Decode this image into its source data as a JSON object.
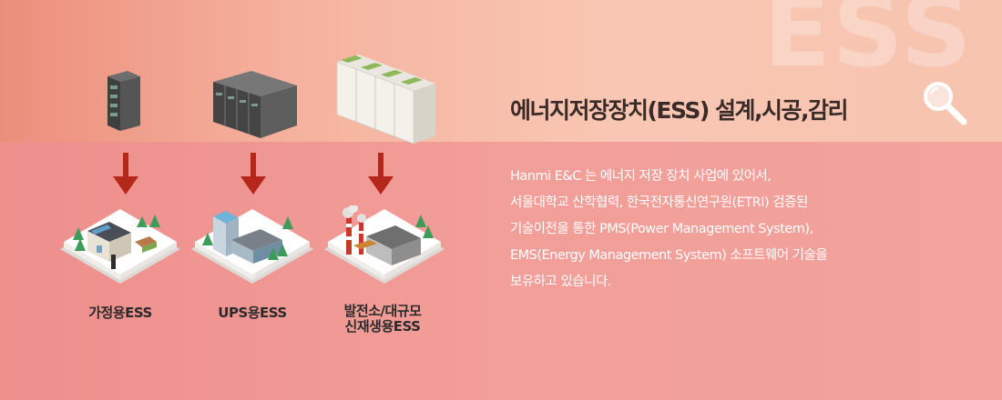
{
  "watermark": "ESS",
  "heading": "에너지저장장치(ESS) 설계,시공,감리",
  "description": [
    "Hanmi E&C 는 에너지 저장 장치 사업에 있어서,",
    "서울대학교 산학협력, 한국전자통신연구원(ETRI) 검증된",
    "기술이전을 통한 PMS(Power Management System),",
    "EMS(Energy Management System) 소프트웨어 기술을",
    "보유하고 있습니다."
  ],
  "categories": [
    {
      "label": "가정용ESS",
      "icon": "home-house-icon",
      "unit": "single-battery-rack-icon"
    },
    {
      "label": "UPS용ESS",
      "icon": "ups-building-icon",
      "unit": "multi-battery-rack-icon"
    },
    {
      "label_line1": "발전소/대규모",
      "label_line2": "신재생용ESS",
      "icon": "power-plant-icon",
      "unit": "large-battery-cabinet-icon"
    }
  ],
  "colors": {
    "arrow": "#b5261b",
    "heading": "#3a2a28",
    "text": "#ffffff"
  }
}
